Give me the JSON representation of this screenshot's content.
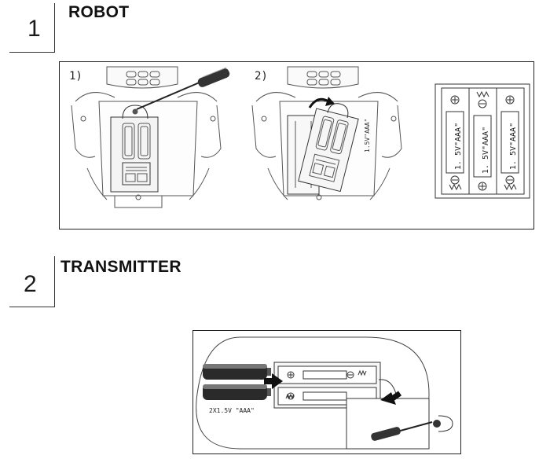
{
  "sections": [
    {
      "number": "1",
      "title": "ROBOT"
    },
    {
      "number": "2",
      "title": "TRANSMITTER"
    }
  ],
  "robot_panel": {
    "step1_label": "1)",
    "step2_label": "2)",
    "battery_label": "1.5V\"AAA\"",
    "battery_box_label": "1. 5V\"AAA\""
  },
  "transmitter_panel": {
    "battery_caption": "2X1.5V \"AAA\""
  },
  "icons": [
    "screwdriver-icon",
    "battery-icon",
    "arrow-icon",
    "screw-icon"
  ]
}
